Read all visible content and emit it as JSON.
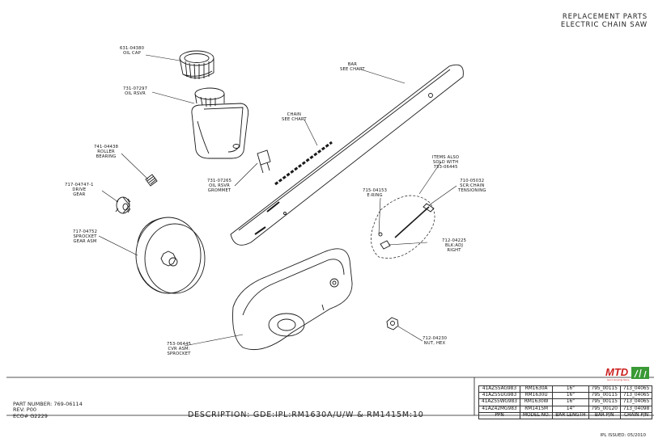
{
  "header": {
    "line1": "REPLACEMENT PARTS",
    "line2": "ELECTRIC CHAIN SAW"
  },
  "callouts": {
    "oil_cap": {
      "num": "631-04380",
      "name": "OIL CAP"
    },
    "oil_rsvr": {
      "num": "731-07297",
      "name": "OIL RSVR"
    },
    "roller_bearing": {
      "num": "741-04438",
      "line1": "ROLLER",
      "line2": "BEARING"
    },
    "drive_gear": {
      "num": "717-04747-1",
      "line1": "DRIVE",
      "line2": "GEAR"
    },
    "sprocket_gear": {
      "num": "717-04752",
      "line1": "SPROCKET",
      "line2": "GEAR ASM"
    },
    "grommet": {
      "num": "731-07265",
      "line1": "OIL RSVR",
      "line2": "GROMMET"
    },
    "bar": {
      "num": "BAR",
      "name": "SEE CHART"
    },
    "chain": {
      "num": "CHAIN",
      "name": "SEE CHART"
    },
    "items_also": {
      "line1": "ITEMS ALSO",
      "line2": "SOLD WITH",
      "line3": "753-06445"
    },
    "e_ring": {
      "num": "715-04153",
      "name": "E-RING"
    },
    "scr_chain": {
      "num": "710-05032",
      "line1": "SCR:CHAIN",
      "line2": "TENSIONING"
    },
    "blk_adj": {
      "num": "712-04225",
      "line1": "BLK:ADJ",
      "line2": "RIGHT"
    },
    "cvr_asm": {
      "num": "753-06445",
      "line1": "CVR ASM:",
      "line2": "SPROCKET"
    },
    "nut_hex": {
      "num": "712-04230",
      "name": "NUT, HEX"
    }
  },
  "logo": {
    "text": "MTD",
    "tagline": "Get it Growing Since"
  },
  "colors": {
    "logo_red": "#cc1f1f",
    "logo_green": "#3a9a35",
    "line": "#1a1a1a"
  },
  "models_table": {
    "rows": [
      [
        "41AZ55AG983",
        "RM1630A",
        "16\"",
        "795_00115",
        "713_04065"
      ],
      [
        "41AZ55UG983",
        "RM1630U",
        "16\"",
        "795_00115",
        "713_04065"
      ],
      [
        "41AZ55WG983",
        "RM1630W",
        "16\"",
        "795_00115",
        "713_04065"
      ],
      [
        "41AZ42MG983",
        "RM1415M",
        "14\"",
        "795_00120",
        "713_04098"
      ]
    ],
    "head": [
      "PPN",
      "MODEL NO.",
      "BAR LENGTH",
      "BAR P/N",
      "CHAIN P/N"
    ]
  },
  "footer": {
    "part_number": "PART NUMBER: 769-06114",
    "rev": "REV: P00",
    "eco": "ECO# G2229",
    "description": "DESCRIPTION: GDE:IPL:RM1630A/U/W & RM1415M:10",
    "issued": "IPL ISSUED: 05/2010"
  }
}
